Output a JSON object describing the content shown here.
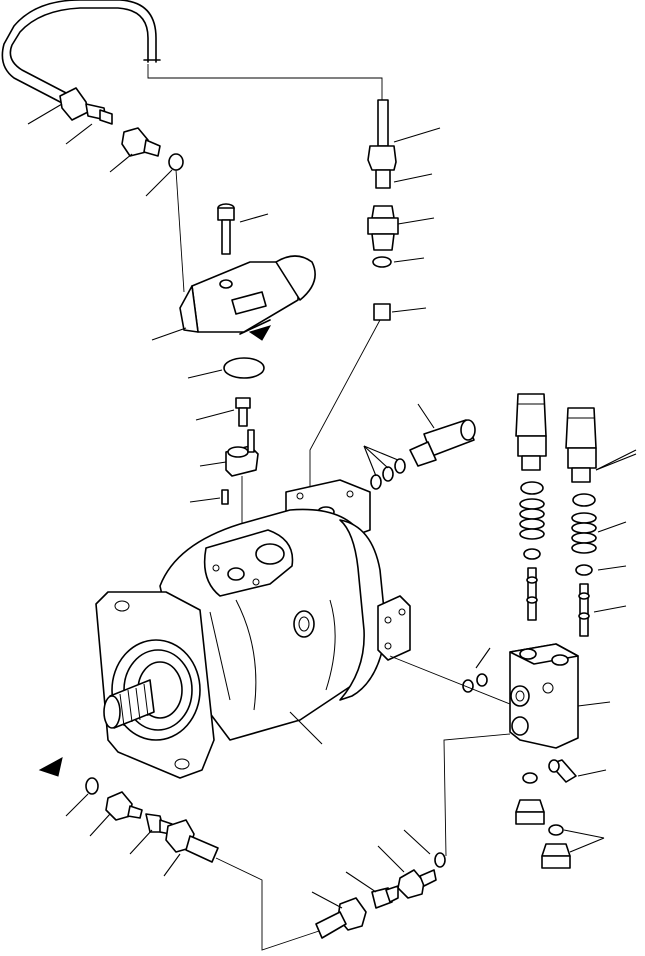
{
  "figure": {
    "kind": "exploded-parts-diagram",
    "subject": "hydraulic-piston-pump-assembly",
    "text_labels": [],
    "line_color": "#000000",
    "background_color": "#ffffff",
    "direction_arrow": "points-to-upper-left"
  }
}
